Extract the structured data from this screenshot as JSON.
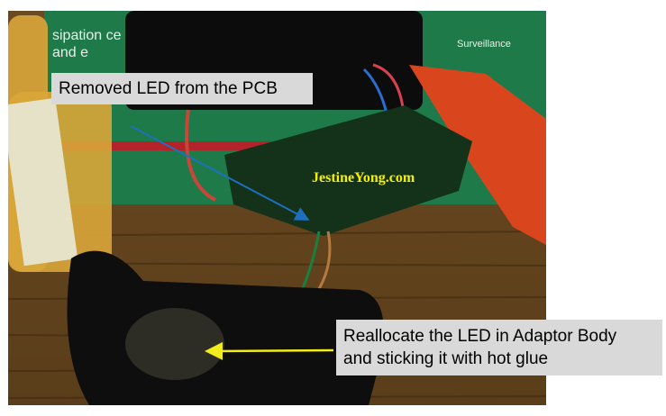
{
  "annotations": {
    "top_label": "Removed LED from the PCB",
    "bottom_label_line1": "Reallocate the LED in Adaptor Body",
    "bottom_label_line2": "and sticking it with hot glue"
  },
  "watermark": "JestineYong.com",
  "background_text": {
    "left_box": "sipation ce and e",
    "right_box": "Surveillance"
  },
  "colors": {
    "label_bg": "#d9d9d9",
    "top_arrow": "#1f6fc0",
    "bottom_arrow": "#f2ec1a",
    "watermark": "#f5f000"
  }
}
